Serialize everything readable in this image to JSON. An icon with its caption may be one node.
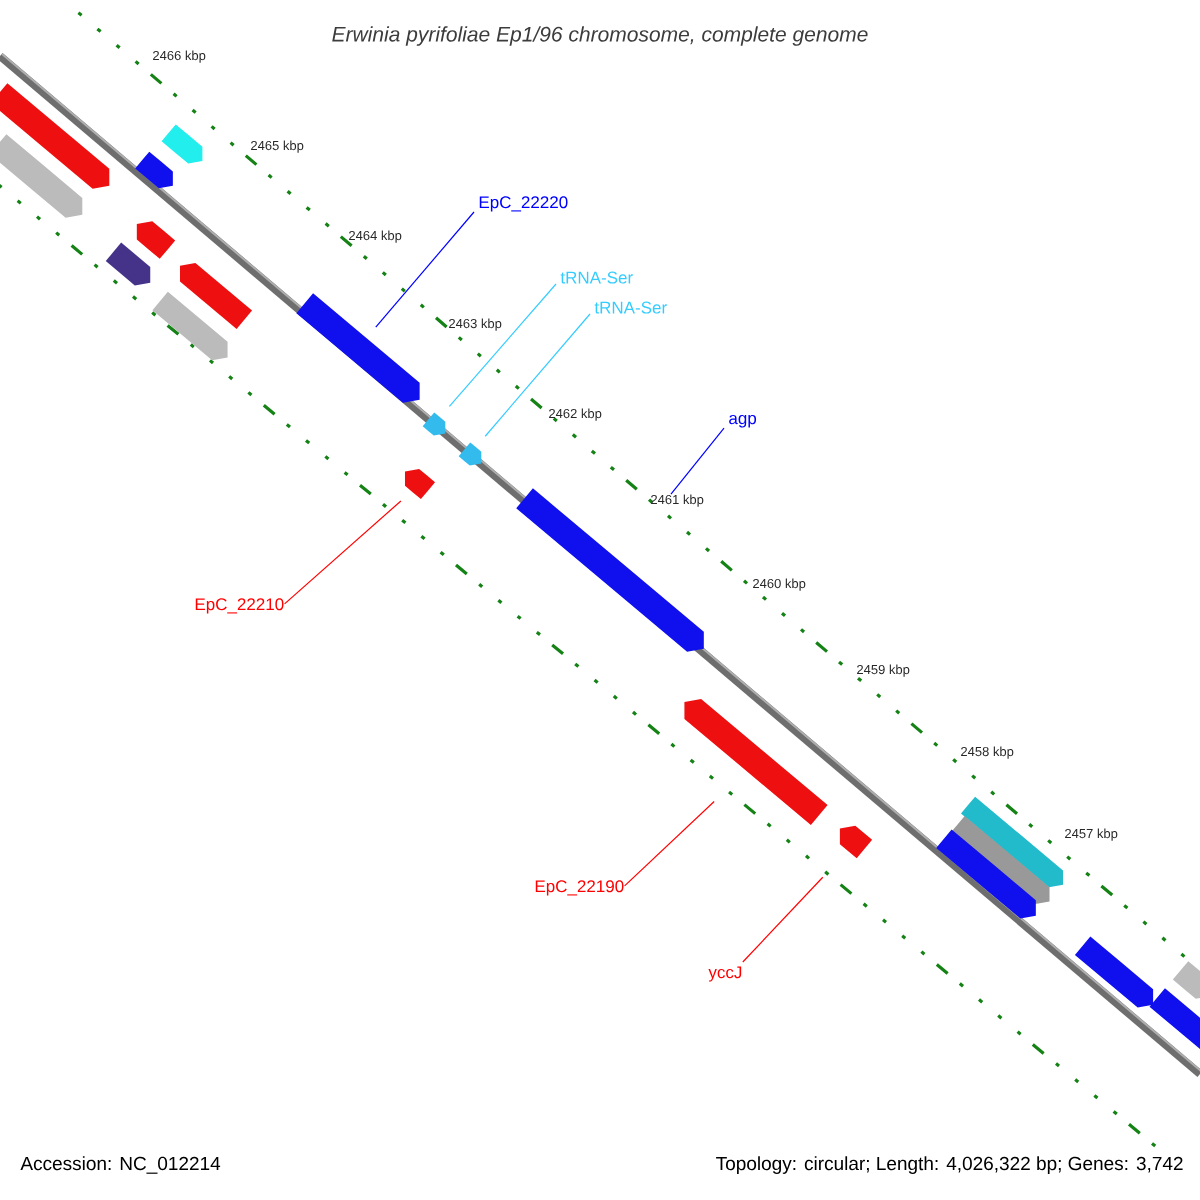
{
  "diagram": {
    "title": "Erwinia pyrifoliae Ep1/96 chromosome, complete genome",
    "nodes": [
      {
        "text": [
          "EpC_22220"
        ]
      },
      {
        "text": [
          "tRNA-Ser"
        ]
      },
      {
        "text": [
          "tRNA-Ser"
        ]
      },
      {
        "text": [
          "agp"
        ]
      },
      {
        "text": [
          "EpC_22210"
        ]
      },
      {
        "text": [
          "EpC_22190"
        ]
      },
      {
        "text": [
          "yccJ"
        ]
      },
      {
        "text": [],
        "shape": "bar"
      },
      {
        "text": [],
        "shape": "bar"
      },
      {
        "text": [],
        "shape": "bar"
      },
      {
        "text": [],
        "shape": "bar"
      },
      {
        "text": [],
        "shape": "bar"
      },
      {
        "text": [],
        "shape": "bar"
      },
      {
        "text": [],
        "shape": "bar"
      }
    ],
    "edges": [
      {
        "from": 0,
        "to": 7,
        "arrow": "none",
        "color": "#0000ff"
      },
      {
        "from": 1,
        "to": 8,
        "arrow": "none",
        "color": "#33ccff"
      },
      {
        "from": 2,
        "to": 9,
        "arrow": "none",
        "color": "#33ccff"
      },
      {
        "from": 3,
        "to": 10,
        "arrow": "none",
        "color": "#0000ff"
      },
      {
        "from": 4,
        "to": 11,
        "arrow": "none",
        "color": "#ff0000"
      },
      {
        "from": 5,
        "to": 12,
        "arrow": "none",
        "color": "#ff0000"
      },
      {
        "from": 6,
        "to": 13,
        "arrow": "none",
        "color": "#ff0000"
      }
    ],
    "labels": [
      "2466 kbp",
      "2465 kbp",
      "2464 kbp",
      "2463 kbp",
      "2462 kbp",
      "2461 kbp",
      "2460 kbp",
      "2459 kbp",
      "2458 kbp",
      "2457 kbp",
      "Accession: NC_012214",
      "Topology: circular; Length: 4,026,322 bp; Genes: 3,742"
    ]
  }
}
